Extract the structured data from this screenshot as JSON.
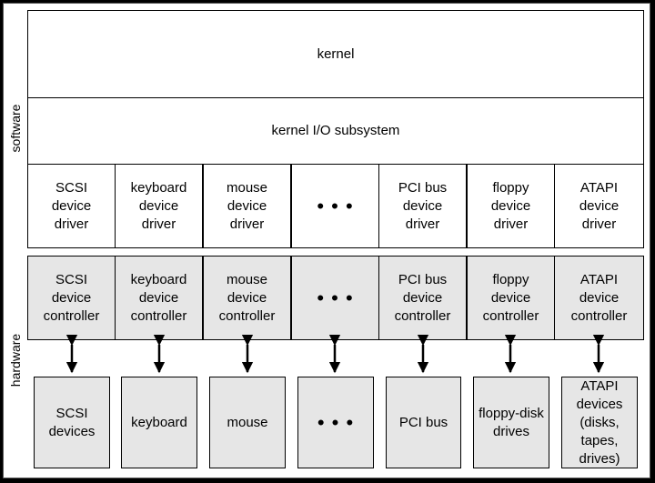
{
  "side_labels": {
    "software": "software",
    "hardware": "hardware"
  },
  "kernel": "kernel",
  "io_subsystem": "kernel I/O subsystem",
  "drivers": [
    "SCSI\ndevice\ndriver",
    "keyboard\ndevice\ndriver",
    "mouse\ndevice\ndriver",
    "• • •",
    "PCI bus\ndevice\ndriver",
    "floppy\ndevice\ndriver",
    "ATAPI\ndevice\ndriver"
  ],
  "controllers": [
    "SCSI\ndevice\ncontroller",
    "keyboard\ndevice\ncontroller",
    "mouse\ndevice\ncontroller",
    "• • •",
    "PCI bus\ndevice\ncontroller",
    "floppy\ndevice\ncontroller",
    "ATAPI\ndevice\ncontroller"
  ],
  "devices": [
    "SCSI\ndevices",
    "keyboard",
    "mouse",
    "• • •",
    "PCI bus",
    "floppy-disk\ndrives",
    "ATAPI\ndevices\n(disks,\ntapes,\ndrives)"
  ]
}
